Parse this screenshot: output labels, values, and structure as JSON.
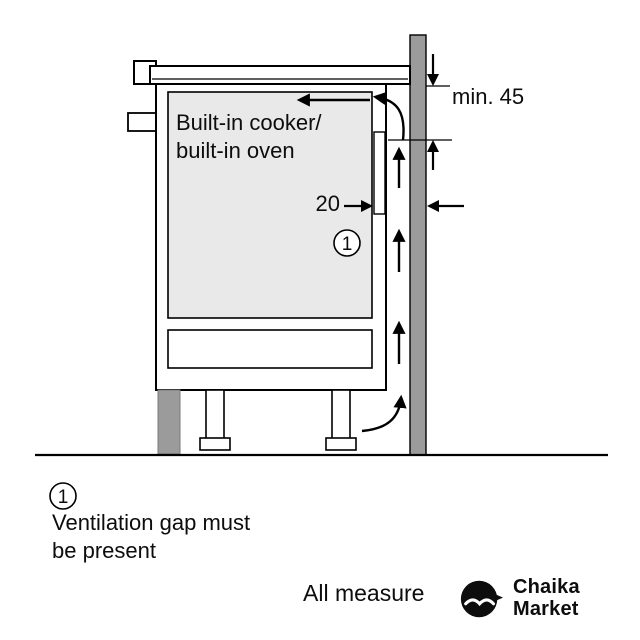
{
  "diagram": {
    "appliance_label": {
      "line1": "Built-in cooker/",
      "line2": "built-in oven"
    },
    "dimensions": {
      "min_gap_top": "min. 45",
      "vent_gap": "20"
    },
    "callout": "1"
  },
  "legend": {
    "callout": "1",
    "note_line1": "Ventilation gap must",
    "note_line2": "be present"
  },
  "footer": {
    "measurement_note": "All measure"
  },
  "logo": {
    "name_line1": "Chaika",
    "name_line2": "Market",
    "icon": "seagull-icon"
  },
  "colors": {
    "wall_gray": "#9b9b9b",
    "appliance_fill": "#e9e9e9",
    "line": "#000000"
  }
}
